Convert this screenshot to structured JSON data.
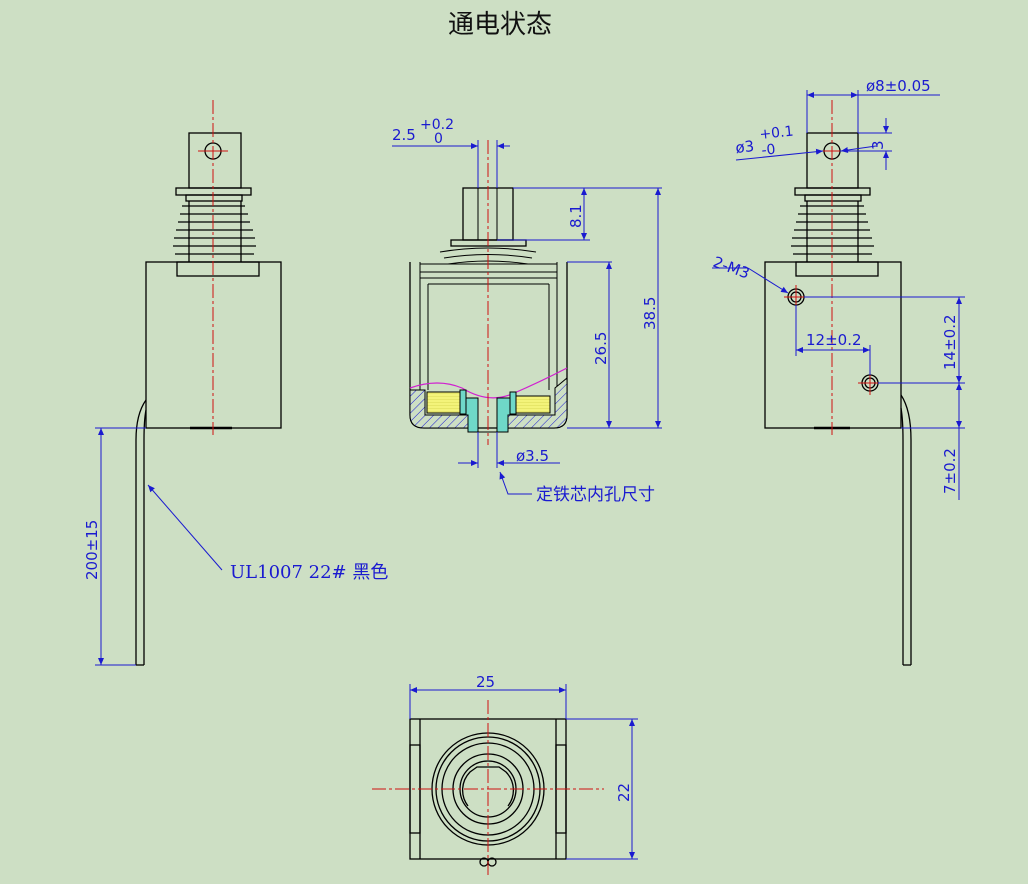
{
  "title": "通电状态",
  "colors": {
    "background": "#cddfc4",
    "outline": "#000000",
    "dimension": "#1a1ad0",
    "centerline": "#d01010",
    "coil": "#f3f37a",
    "section": "#6fd8c8",
    "curve": "#d020d0"
  },
  "dims": {
    "gap": "2.5",
    "gap_tol_upper": "+0.2",
    "gap_tol_lower": "0",
    "plunger_stroke": "8.1",
    "frame_height": "26.5",
    "total_height": "38.5",
    "core_hole": "ø3.5",
    "core_hole_label": "定铁芯内孔尺寸",
    "pin_dia": "ø8±0.05",
    "hole_dia": "ø3",
    "hole_tol_upper": "+0.1",
    "hole_tol_lower": "-0",
    "hole_offset": "3",
    "thread": "2-M3",
    "thread_spacing": "12±0.2",
    "thread_vertical": "14±0.2",
    "bottom_offset": "7±0.2",
    "lead_length": "200±15",
    "lead_spec": "UL1007  22#  黑色",
    "width": "25",
    "depth": "22"
  }
}
